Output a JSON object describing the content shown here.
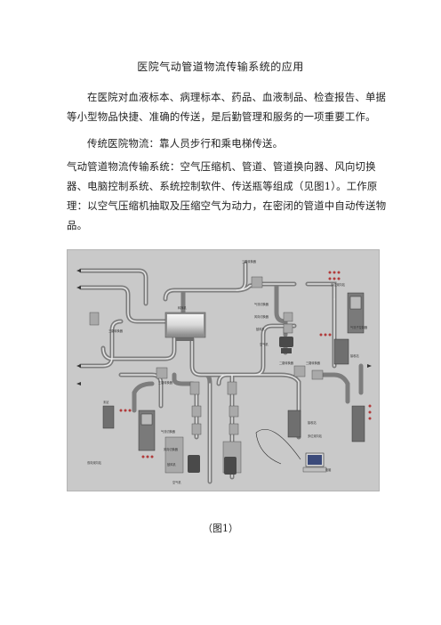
{
  "document": {
    "title": "医院气动管道物流传输系统的应用",
    "paragraphs": [
      "在医院对血液标本、病理标本、药品、血液制品、检查报告、单据等小型物品快捷、准确的传送，是后勤管理和服务的一项重要工作。",
      "传统医院物流：靠人员步行和乘电梯传送。",
      "气动管道物流传输系统：空气压缩机、管道、管道换向器、风向切换器、电脑控制系统、系统控制软件、传送瓶等组成（见图1）。工作原理：以空气压缩机抽取及压缩空气为动力，在密闭的管道中自动传送物品。"
    ],
    "figure_caption": "（图1）"
  },
  "figure": {
    "labels": {
      "top_changer": "三路转换器",
      "main_unit": "转换机",
      "station_top_right": "多位双向站",
      "wind_valve": "气流切换器",
      "wind_switch": "风向切换器",
      "fan_top": "鼓风机",
      "air_filter": "空气机",
      "station_right_mid": "气流子控制器",
      "receiver": "接收站",
      "left_changer": "三路转换器",
      "mid_changer": "三路转换器",
      "right_changer": "二路转换器",
      "right_changer2": "三路转换器",
      "left_small": "末站",
      "left_station": "双向双向站",
      "bottom_fan": "鼓风机",
      "bottom_valve": "气流切换器",
      "bottom_switch": "风向切换器",
      "bottom_air": "空气机",
      "pc_label": "电脑",
      "station_mid": "接收站",
      "station_mid2": "多位双向站"
    }
  }
}
